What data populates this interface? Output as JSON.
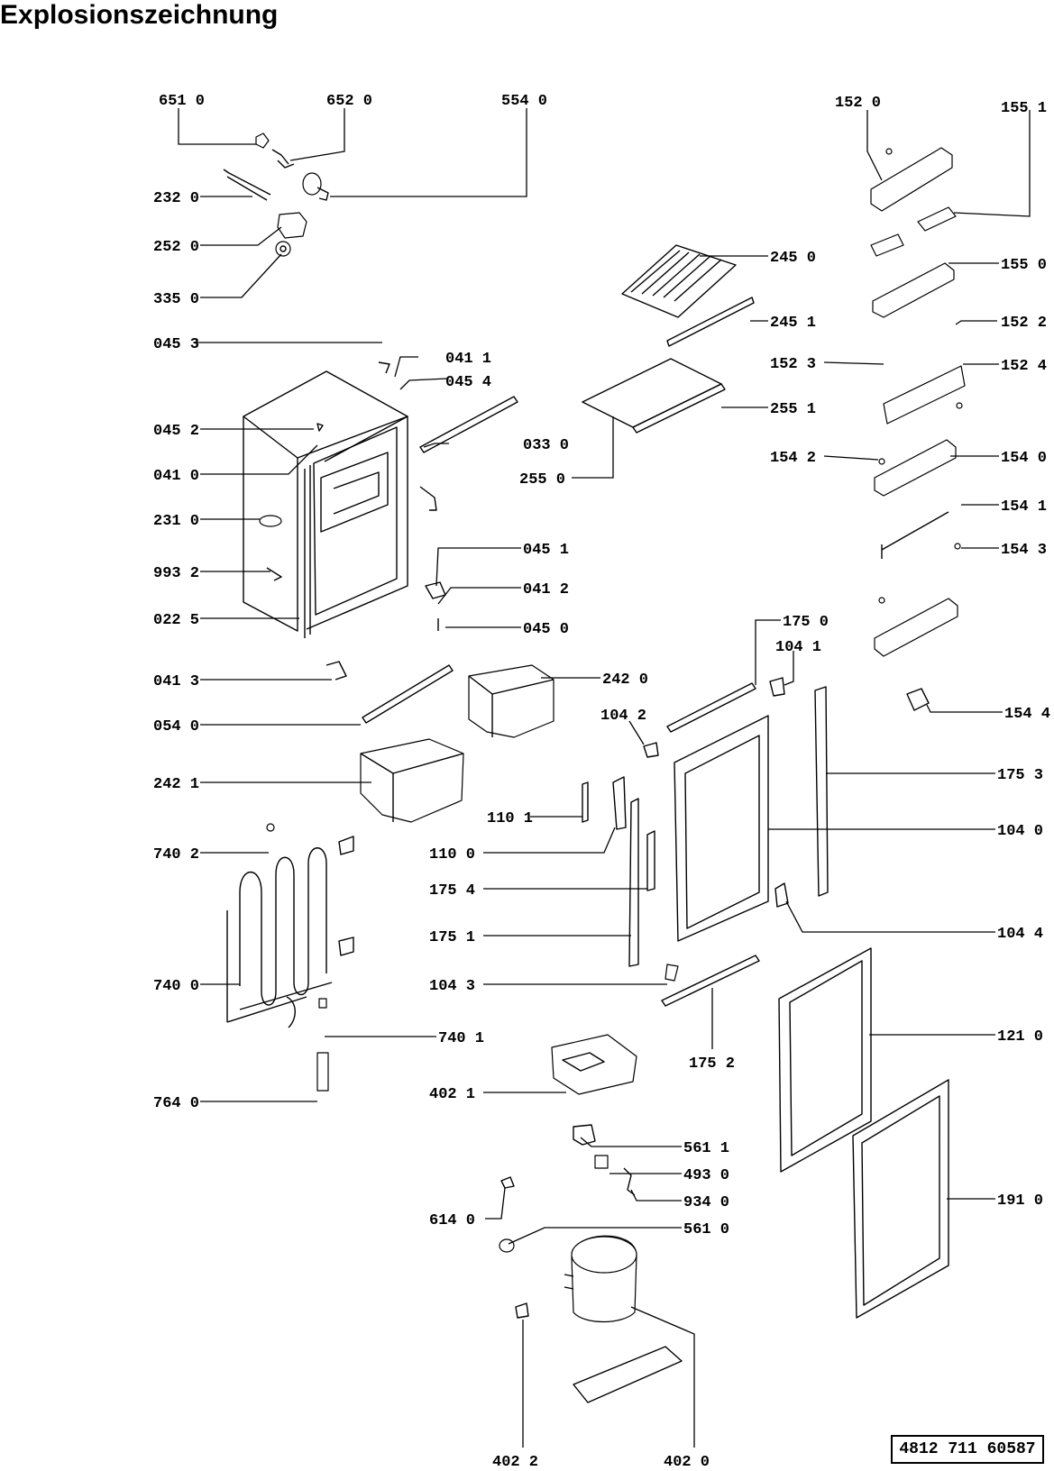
{
  "title": "Explosionszeichnung",
  "document_number": "4812  711  60587",
  "part_labels": {
    "p6510": "651 0",
    "p6520": "652 0",
    "p5540": "554 0",
    "p2320": "232 0",
    "p2520": "252 0",
    "p3350": "335 0",
    "p0453": "045 3",
    "p0411": "041 1",
    "p0454": "045 4",
    "p0452": "045 2",
    "p0410": "041 0",
    "p0330": "033 0",
    "p2310": "231 0",
    "p9932": "993 2",
    "p0225": "022 5",
    "p0451": "045 1",
    "p0412": "041 2",
    "p0450": "045 0",
    "p0413": "041 3",
    "p0540": "054 0",
    "p2421": "242 1",
    "p2420": "242 0",
    "p1101": "110 1",
    "p1100": "110 0",
    "p7402": "740 2",
    "p7400": "740 0",
    "p7401": "740 1",
    "p7640": "764 0",
    "p1754": "175 4",
    "p1751": "175 1",
    "p1043": "104 3",
    "p1752": "175 2",
    "p4021": "402 1",
    "p5611": "561 1",
    "p4930": "493 0",
    "p9340": "934 0",
    "p6140": "614 0",
    "p5610": "561 0",
    "p4022": "402 2",
    "p4020": "402 0",
    "p1520": "152 0",
    "p1551": "155 1",
    "p2450": "245 0",
    "p1550": "155 0",
    "p2451": "245 1",
    "p1522": "152 2",
    "p1523": "152 3",
    "p1524": "152 4",
    "p2551": "255 1",
    "p2550": "255 0",
    "p1542": "154 2",
    "p1540": "154 0",
    "p1541": "154 1",
    "p1543": "154 3",
    "p1750": "175 0",
    "p1041": "104 1",
    "p1042": "104 2",
    "p1544": "154 4",
    "p1753": "175 3",
    "p1040": "104 0",
    "p1044": "104 4",
    "p1210": "121 0",
    "p1910": "191 0"
  }
}
